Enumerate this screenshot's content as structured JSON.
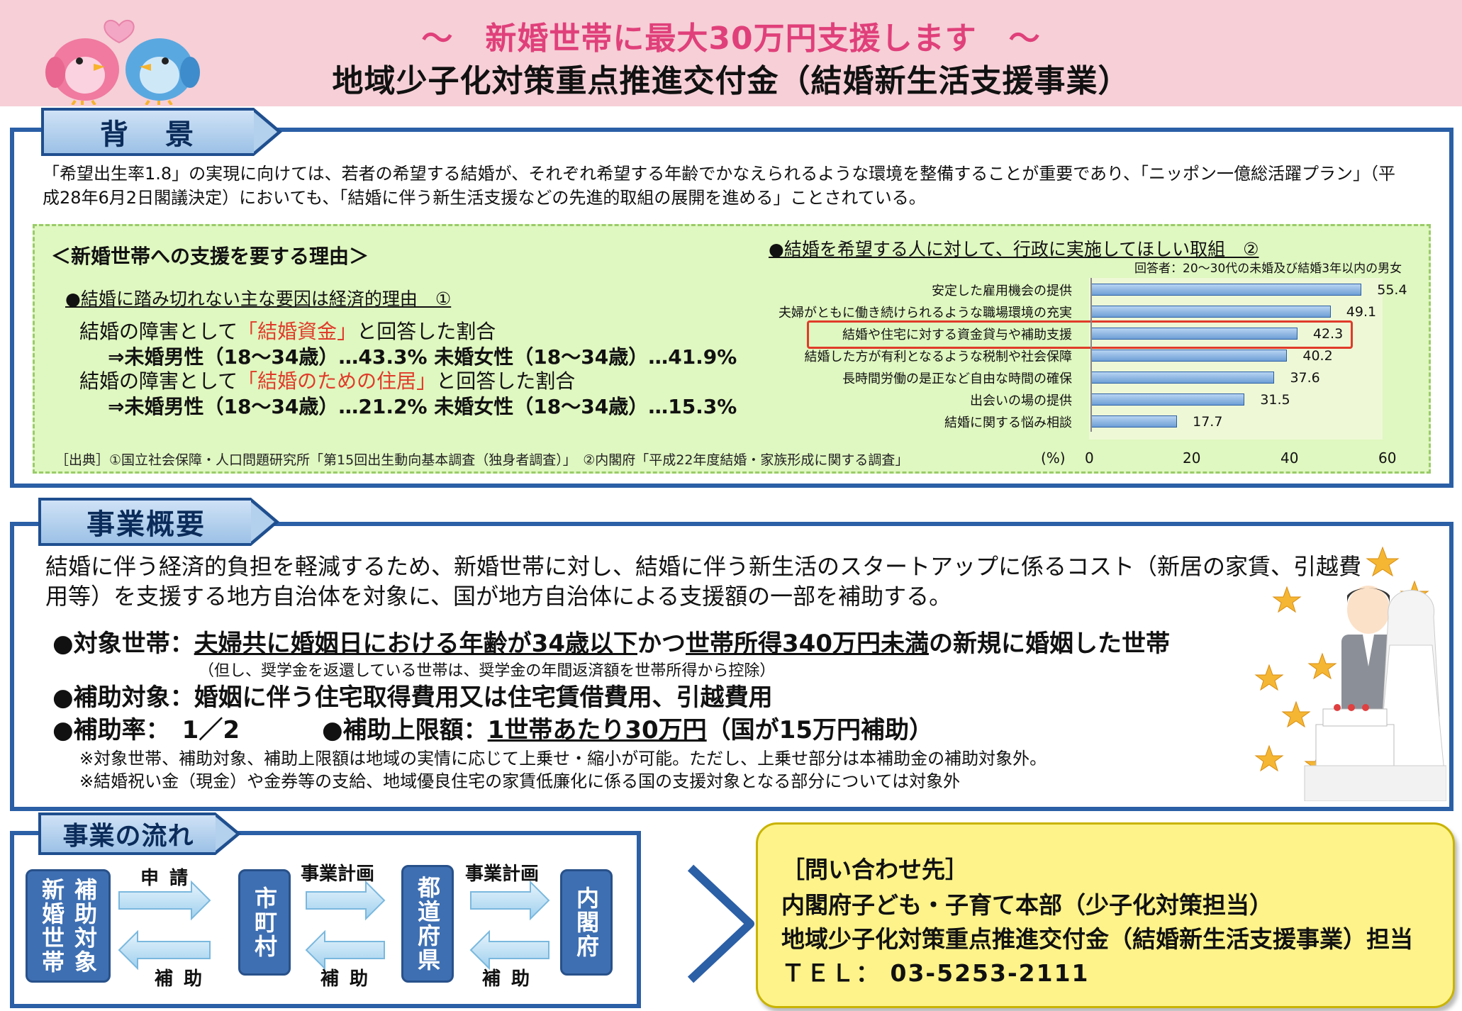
{
  "header": {
    "title": "～　新婚世帯に最大30万円支援します　～",
    "subtitle": "地域少子化対策重点推進交付金（結婚新生活支援事業）"
  },
  "background": {
    "tab_label": "背　景",
    "paragraph": "「希望出生率1.8」の実現に向けては、若者の希望する結婚が、それぞれ希望する年齢でかなえられるような環境を整備することが重要であり、「ニッポン一億総活躍プラン」（平成28年6月2日閣議決定）においても、「結婚に伴う新生活支援などの先進的取組の展開を進める」ことされている。",
    "reasons": {
      "heading": "＜新婚世帯への支援を要する理由＞",
      "point1": "●結婚に踏み切れない主な要因は経済的理由　①",
      "line1_pre": "結婚の障害として",
      "line1_red": "「結婚資金」",
      "line1_post": "と回答した割合",
      "line1_result": "⇒未婚男性（18～34歳）…43.3%  未婚女性（18～34歳）…41.9%",
      "line2_pre": "結婚の障害として",
      "line2_red": "「結婚のための住居」",
      "line2_post": "と回答した割合",
      "line2_result": "⇒未婚男性（18～34歳）…21.2%  未婚女性（18～34歳）…15.3%",
      "source": "［出典］①国立社会保障・人口問題研究所「第15回出生動向基本調査（独身者調査）」　②内閣府「平成22年度結婚・家族形成に関する調査」"
    }
  },
  "chart_data": {
    "type": "bar",
    "orientation": "horizontal",
    "title": "●結婚を希望する人に対して、行政に実施してほしい取組　②",
    "subtitle": "回答者：20～30代の未婚及び結婚3年以内の男女",
    "unit_label": "(%)",
    "categories": [
      "安定した雇用機会の提供",
      "夫婦がともに働き続けられるような職場環境の充実",
      "結婚や住宅に対する資金貸与や補助支援",
      "結婚した方が有利となるような税制や社会保障",
      "長時間労働の是正など自由な時間の確保",
      "出会いの場の提供",
      "結婚に関する悩み相談"
    ],
    "values": [
      55.4,
      49.1,
      42.3,
      40.2,
      37.6,
      31.5,
      17.7
    ],
    "value_labels": [
      "55.4",
      "49.1",
      "42.3",
      "40.2",
      "37.6",
      "31.5",
      "17.7"
    ],
    "highlight_index": 2,
    "xlim": [
      0,
      60
    ],
    "xticks": [
      "0",
      "20",
      "40",
      "60"
    ],
    "grid": false,
    "highlight_color": "#e03b2a"
  },
  "overview": {
    "tab_label": "事業概要",
    "intro": "結婚に伴う経済的負担を軽減するため、新婚世帯に対し、結婚に伴う新生活のスタートアップに係るコスト（新居の家賃、引越費用等）を支援する地方自治体を対象に、国が地方自治体による支援額の一部を補助する。",
    "target_label": "●対象世帯：",
    "target_u1": "夫婦共に婚姻日における年齢が34歳以下",
    "target_mid": "かつ",
    "target_u2": "世帯所得340万円未満",
    "target_post": "の新規に婚姻した世帯",
    "target_note": "（但し、奨学金を返還している世帯は、奨学金の年間返済額を世帯所得から控除）",
    "subsidy_label": "●補助対象：",
    "subsidy_text": "婚姻に伴う住宅取得費用又は住宅賃借費用、引越費用",
    "rate_label": "●補助率：　1／2",
    "limit_label": "●補助上限額：",
    "limit_u": "1世帯あたり30万円",
    "limit_post": "（国が15万円補助）",
    "note1": "※対象世帯、補助対象、補助上限額は地域の実情に応じて上乗せ・縮小が可能。ただし、上乗せ部分は本補助金の補助対象外。",
    "note2": "※結婚祝い金（現金）や金券等の支給、地域優良住宅の家賃低廉化に係る国の支援対象となる部分については対象外"
  },
  "flow": {
    "tab_label": "事業の流れ",
    "boxes": [
      "新婚世帯",
      "補助対象",
      "市町村",
      "都道府県",
      "内閣府"
    ],
    "labels": {
      "apply": "申 請",
      "plan1": "事業計画",
      "plan2": "事業計画",
      "subsidy1": "補 助",
      "subsidy2": "補 助",
      "subsidy3": "補 助"
    }
  },
  "contact": {
    "heading": "［問い合わせ先］",
    "line1": "内閣府子ども・子育て本部（少子化対策担当）",
    "line2": "地域少子化対策重点推進交付金（結婚新生活支援事業）担当",
    "tel": "ＴＥＬ：  03-5253-2111"
  },
  "colors": {
    "frame": "#2b5fa6",
    "header_bg": "#f6cfd7",
    "title_pink": "#e0407a",
    "green_bg": "#dff7c0",
    "contact_bg": "#fdf38a"
  }
}
